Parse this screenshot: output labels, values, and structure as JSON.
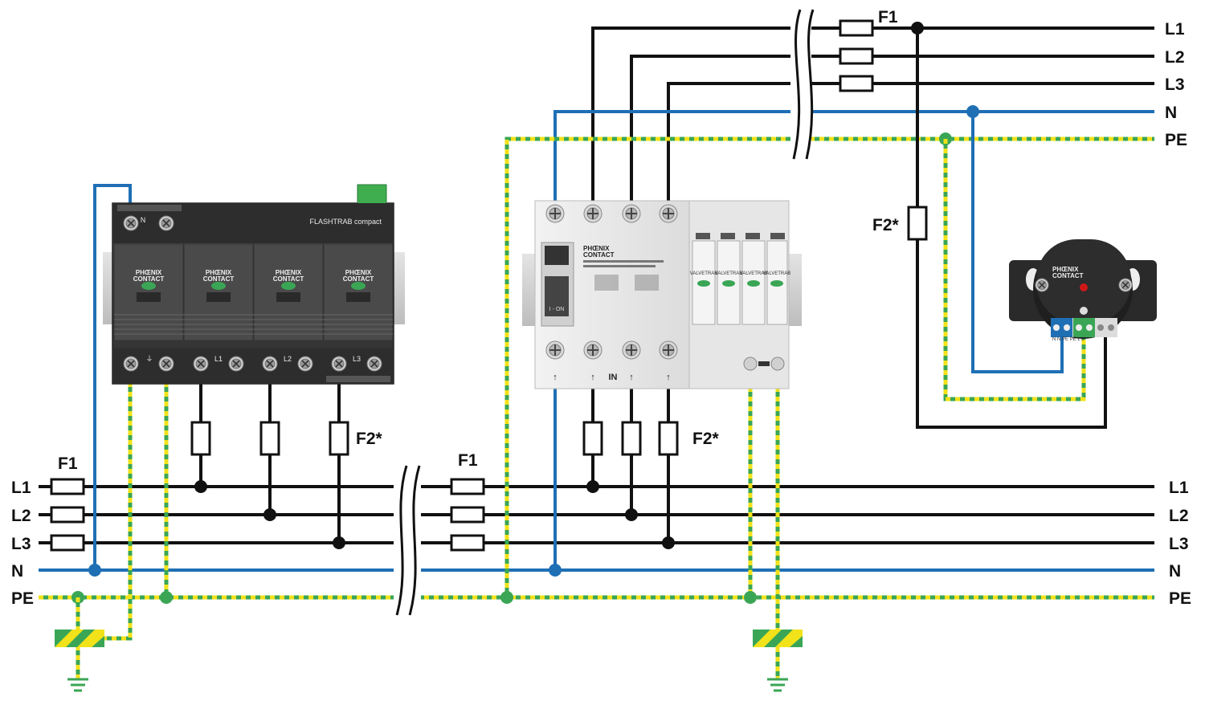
{
  "labels": {
    "L1": "L1",
    "L2": "L2",
    "L3": "L3",
    "N": "N",
    "PE": "PE",
    "F1": "F1",
    "F2": "F2*"
  },
  "flashtrab": {
    "brand_line1": "PHŒNIX",
    "brand_line2": "CONTACT",
    "product": "FLASHTRAB compact",
    "terminal_n": "N",
    "terminal_l1": "L1",
    "terminal_l2": "L2",
    "terminal_l3": "L3"
  },
  "valvetrab": {
    "brand_line1": "PHŒNIX",
    "brand_line2": "CONTACT",
    "module_label": "VALVETRAB",
    "switch_label": "I - ON",
    "in_label": "IN"
  },
  "socket_device": {
    "brand_line1": "PHŒNIX",
    "brand_line2": "CONTACT",
    "terminals": "N N PE PE L L"
  },
  "colors": {
    "phase": "#111111",
    "neutral": "#1f6fb5",
    "pe_green": "#3aa655",
    "pe_yellow": "#f2e21a"
  }
}
